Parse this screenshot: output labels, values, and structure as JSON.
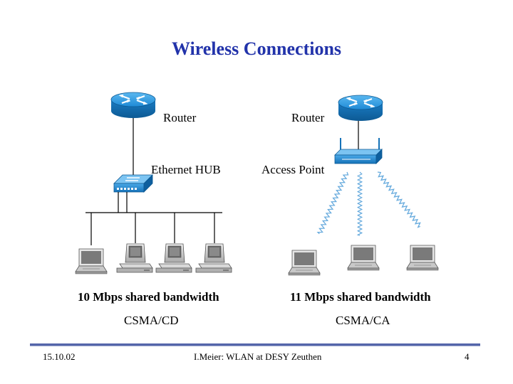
{
  "title": "Wireless Connections",
  "wired": {
    "router_label": "Router",
    "hub_label": "Ethernet HUB",
    "bandwidth": "10 Mbps shared bandwidth",
    "protocol": "CSMA/CD"
  },
  "wireless": {
    "router_label": "Router",
    "ap_label": "Access Point",
    "bandwidth": "11 Mbps shared bandwidth",
    "protocol": "CSMA/CA"
  },
  "footer": {
    "date": "15.10.02",
    "center": "I.Meier: WLAN at DESY Zeuthen",
    "page": "4"
  },
  "colors": {
    "title": "#2233aa",
    "device_blue": "#1e8ad6",
    "signal": "#66aadd"
  }
}
